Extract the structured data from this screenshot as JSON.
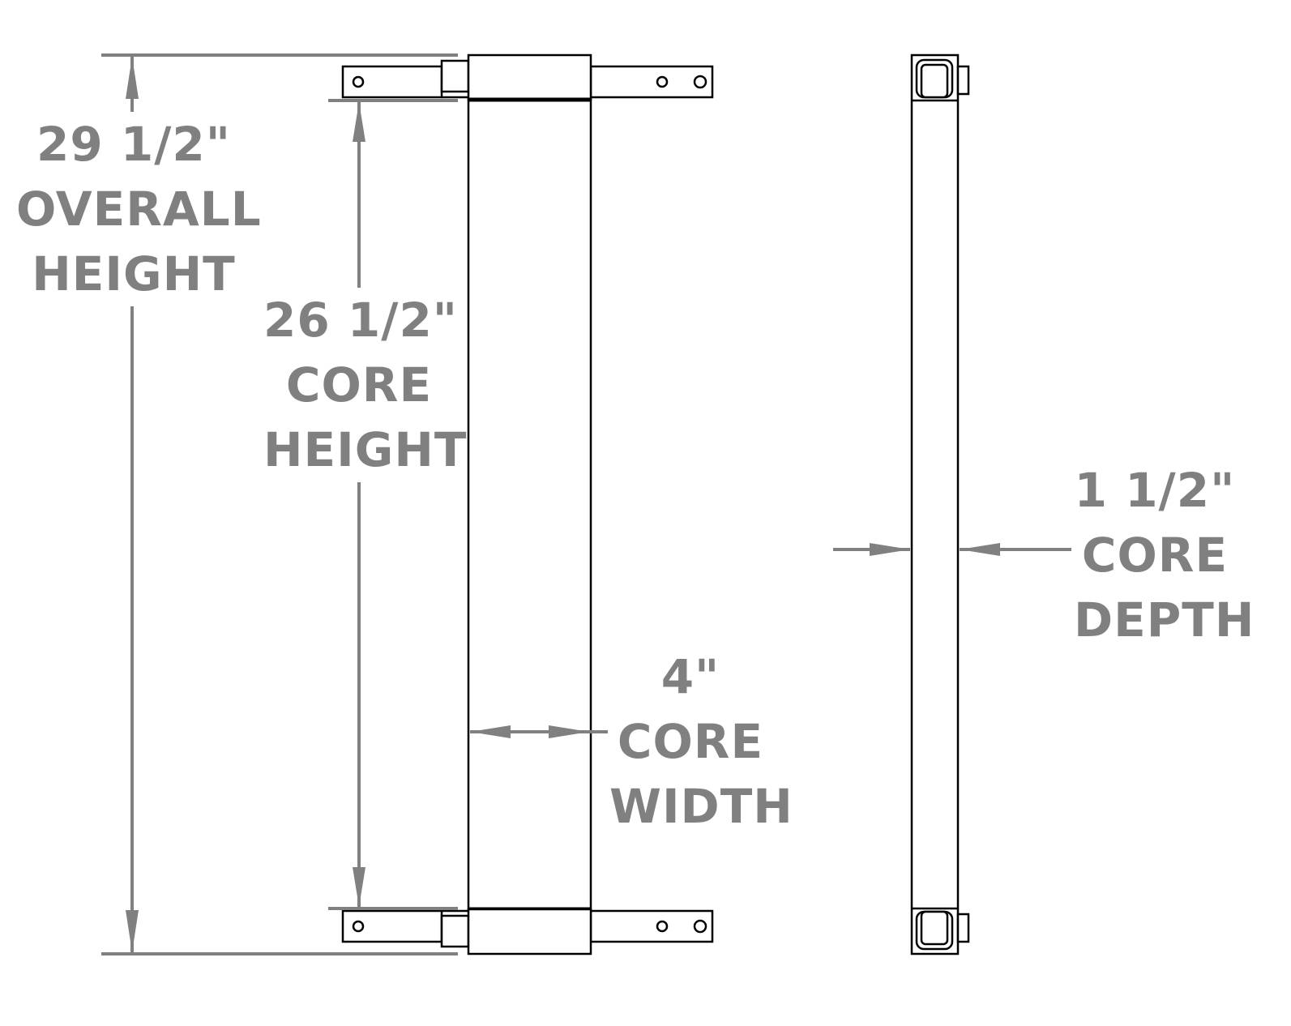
{
  "colors": {
    "dimension": "#808080",
    "outline": "#000000",
    "background": "#ffffff"
  },
  "dimensions": {
    "overall_height": {
      "value": "29 1/2\"",
      "line1": "OVERALL",
      "line2": "HEIGHT"
    },
    "core_height": {
      "value": "26 1/2\"",
      "line1": "CORE",
      "line2": "HEIGHT"
    },
    "core_width": {
      "value": "4\"",
      "line1": "CORE",
      "line2": "WIDTH"
    },
    "core_depth": {
      "value": "1 1/2\"",
      "line1": "CORE",
      "line2": "DEPTH"
    }
  },
  "views": [
    "front-view",
    "side-view"
  ]
}
